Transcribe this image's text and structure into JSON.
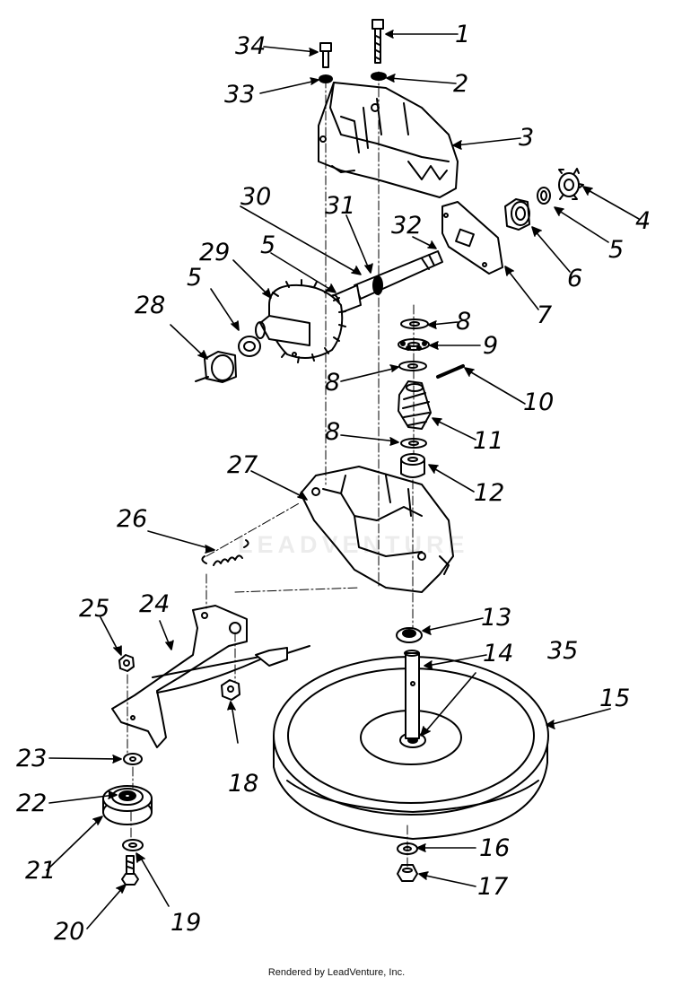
{
  "callouts": [
    {
      "id": "1",
      "text": "1"
    },
    {
      "id": "2",
      "text": "2"
    },
    {
      "id": "3",
      "text": "3"
    },
    {
      "id": "4",
      "text": "4"
    },
    {
      "id": "5a",
      "text": "5"
    },
    {
      "id": "6",
      "text": "6"
    },
    {
      "id": "7",
      "text": "7"
    },
    {
      "id": "8a",
      "text": "8"
    },
    {
      "id": "9",
      "text": "9"
    },
    {
      "id": "8b",
      "text": "8"
    },
    {
      "id": "10",
      "text": "10"
    },
    {
      "id": "11",
      "text": "11"
    },
    {
      "id": "8c",
      "text": "8"
    },
    {
      "id": "12",
      "text": "12"
    },
    {
      "id": "13",
      "text": "13"
    },
    {
      "id": "14",
      "text": "14"
    },
    {
      "id": "35",
      "text": "35"
    },
    {
      "id": "15",
      "text": "15"
    },
    {
      "id": "16",
      "text": "16"
    },
    {
      "id": "17",
      "text": "17"
    },
    {
      "id": "18",
      "text": "18"
    },
    {
      "id": "19",
      "text": "19"
    },
    {
      "id": "20",
      "text": "20"
    },
    {
      "id": "21",
      "text": "21"
    },
    {
      "id": "22",
      "text": "22"
    },
    {
      "id": "23",
      "text": "23"
    },
    {
      "id": "24",
      "text": "24"
    },
    {
      "id": "25",
      "text": "25"
    },
    {
      "id": "26",
      "text": "26"
    },
    {
      "id": "27",
      "text": "27"
    },
    {
      "id": "28",
      "text": "28"
    },
    {
      "id": "5b",
      "text": "5"
    },
    {
      "id": "29",
      "text": "29"
    },
    {
      "id": "5c",
      "text": "5"
    },
    {
      "id": "30",
      "text": "30"
    },
    {
      "id": "31",
      "text": "31"
    },
    {
      "id": "32",
      "text": "32"
    },
    {
      "id": "33",
      "text": "33"
    },
    {
      "id": "34",
      "text": "34"
    }
  ],
  "watermark": "LEADVENTURE",
  "footer": "Rendered by LeadVenture, Inc."
}
